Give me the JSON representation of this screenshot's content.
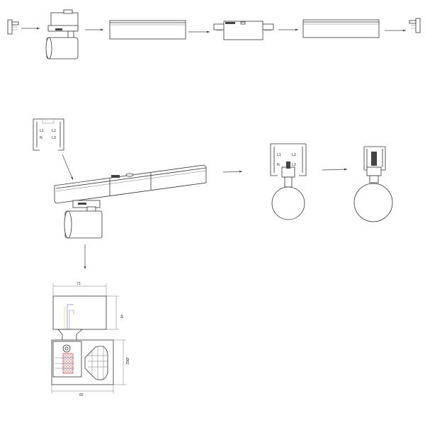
{
  "profile_labels": {
    "l1": "L1",
    "l2": "L2",
    "l3": "L3",
    "n": "N"
  },
  "dimensions": {
    "width_top": "73",
    "height_top": "45",
    "diameter": "Ø62",
    "width_bottom": "82"
  },
  "colors": {
    "line": "#333333",
    "wire_yellow": "#e8d36a",
    "wire_purple": "#9a7fc0",
    "wire_red": "#c0392b",
    "hatch": "#d98a8a"
  }
}
